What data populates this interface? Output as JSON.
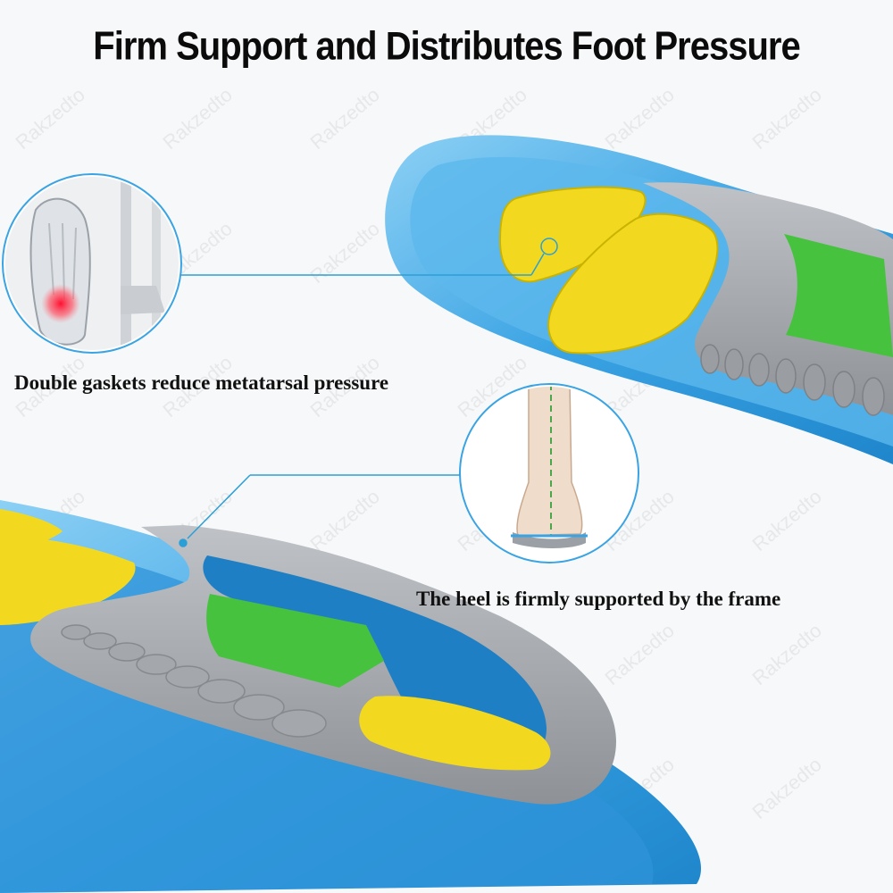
{
  "headline": "Firm Support and Distributes Foot Pressure",
  "captions": {
    "metatarsal": "Double gaskets reduce metatarsal pressure",
    "heel": "The heel is firmly supported by the frame"
  },
  "watermark_text": "Rakzedto",
  "colors": {
    "gel_blue": "#3aa3e3",
    "gel_light": "#8cd0f5",
    "pad_yellow": "#f2d91f",
    "arch_green": "#46c23f",
    "frame_gray": "#a7abb0",
    "callout_line": "#2b9fd6",
    "pain_red": "#e0162b"
  }
}
